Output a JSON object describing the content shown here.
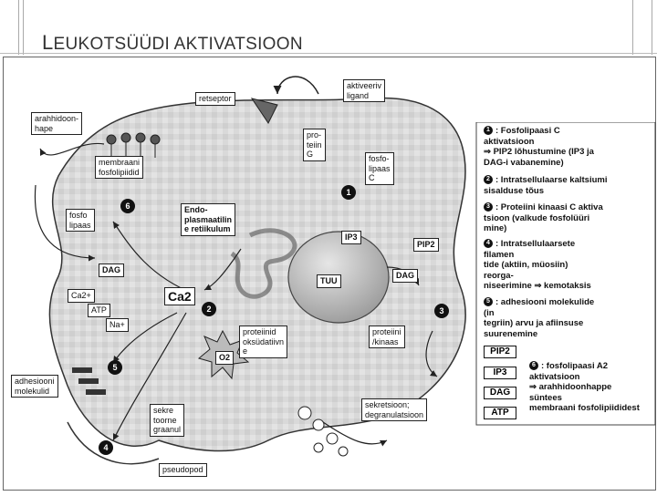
{
  "slide": {
    "title_first": "L",
    "title_rest": "EUKOTSÜÜDI AKTIVATSIOON"
  },
  "diagram": {
    "labels": {
      "retseptor": "retseptor",
      "aktiveeriv_ligand": "aktiveeriv\nligand",
      "arahhidoonhape": "arahhidoon-\nhape",
      "membraani_fosfolipiidid": "membraani\nfosfolipiidid",
      "proteiin_g": "pro-\nteiin\nG",
      "fosfolipaas_c": "fosfo-\nlipaas\nC",
      "fosfolipaas_a": "fosfo\nlipaas",
      "endoplasmaatiline_retiikulum": "Endo-\nplasmaatilin\ne retiikulum",
      "ip3": "IP3",
      "pip2": "PIP2",
      "dag_left": "DAG",
      "dag_right": "DAG",
      "tuum": "TUU",
      "ca_out": "Ca2+",
      "atp": "ATP",
      "na": "Na+",
      "ca2": "Ca2",
      "proteiinid_oksudatiivne": "proteiinid\noksüdatiivn\ne",
      "o2": "O2",
      "proteiini_kinaas": "proteiini\n/kinaas",
      "adhesiooni_molekulid": "adhesiooni\nmolekulid",
      "sekretoorne_graanul": "sekre\ntoorne\ngraanul",
      "sekretsioon": "sekretsioon;\ndegranulatsioon",
      "pseudopod": "pseudopod"
    },
    "step_markers": [
      "1",
      "2",
      "3",
      "4",
      "5",
      "6"
    ]
  },
  "legend": {
    "items": [
      {
        "num": "1",
        "text": ": Fosfolipaasi C\naktivatsioon\n⇒ PIP2 lõhustumine (IP3 ja\nDAG-i vabanemine)"
      },
      {
        "num": "2",
        "text": ": Intratsellulaarse kaltsiumi\nsisalduse tõus"
      },
      {
        "num": "3",
        "text": ": Proteiini kinaasi C aktiva\ntsioon (valkude fosfolüüri\nmine)"
      },
      {
        "num": "4",
        "text": ": Intratsellulaarsete\nfilamen\ntide (aktiin, müosiin)\nreorga-\nniseerimine ⇒ kemotaksis"
      },
      {
        "num": "5",
        "text": ": adhesiooni molekulide\n(in\ntegriin) arvu ja afiinsuse\nsuurenemine"
      },
      {
        "num": "6",
        "text": ": fosfolipaasi A2\naktivatsioon\n⇒ arahhidoonhappe\nsüntees\nmembraani fosfolipiididest"
      }
    ],
    "boxes": [
      "PIP2",
      "IP3",
      "DAG",
      "ATP"
    ]
  }
}
